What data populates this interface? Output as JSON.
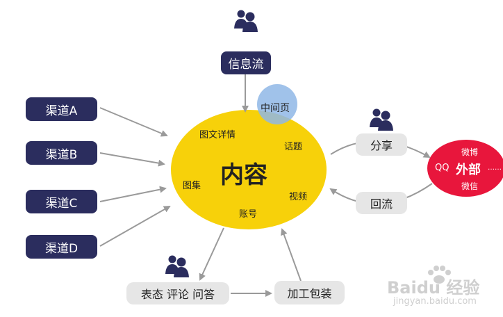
{
  "top": {
    "label": "信息流"
  },
  "channels": [
    "渠道A",
    "渠道B",
    "渠道C",
    "渠道D"
  ],
  "center": {
    "title": "内容",
    "items": [
      "图文详情",
      "话题",
      "图集",
      "视频",
      "账号"
    ],
    "middle_page": "中间页"
  },
  "right": {
    "share": "分享",
    "backflow": "回流",
    "external": {
      "title": "外部",
      "items": [
        "微博",
        "QQ",
        "微信",
        "……"
      ]
    }
  },
  "bottom": {
    "interact": "表态 评论 问答",
    "package": "加工包装"
  },
  "watermark": {
    "brand": "Baidu 经验",
    "url": "jingyan.baidu.com"
  },
  "colors": {
    "navy": "#2b2d5e",
    "yellow": "#f7d10a",
    "blue_bubble": "#8fb7e6",
    "red": "#e8163c",
    "gray_box": "#e6e6e6",
    "arrow": "#9a9a9a"
  }
}
